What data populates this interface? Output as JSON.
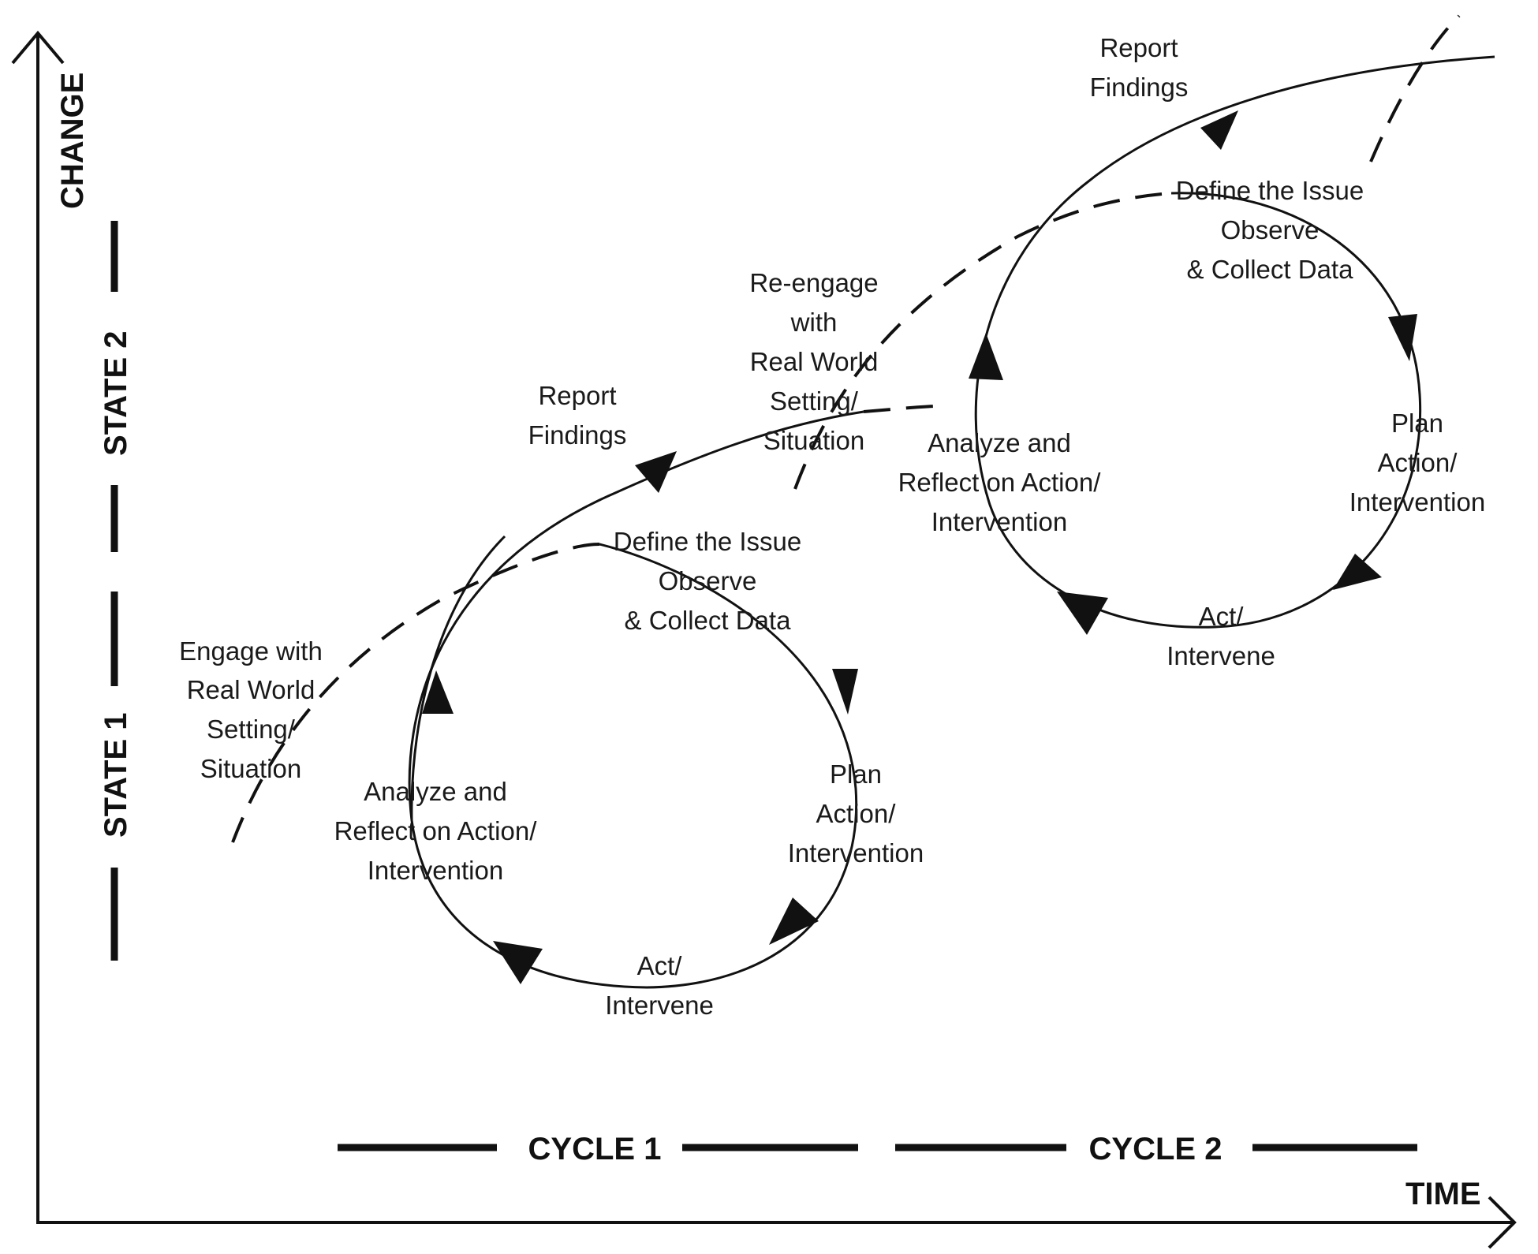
{
  "axes": {
    "y_label": "CHANGE",
    "x_label": "TIME"
  },
  "states": {
    "state1": "STATE 1",
    "state2": "STATE 2"
  },
  "cycles_labels": {
    "cycle1": "CYCLE 1",
    "cycle2": "CYCLE 2"
  },
  "engage": {
    "lines": [
      "Engage with",
      "Real World",
      "Setting/",
      "Situation"
    ]
  },
  "reengage": {
    "lines": [
      "Re-engage",
      "with",
      "Real World",
      "Setting/",
      "Situation"
    ]
  },
  "cycle1": {
    "report": [
      "Report",
      "Findings"
    ],
    "define": [
      "Define the Issue",
      "Observe",
      "& Collect Data"
    ],
    "plan": [
      "Plan",
      "Action/",
      "Intervention"
    ],
    "act": [
      "Act/",
      "Intervene"
    ],
    "analyze": [
      "Analyze and",
      "Reflect on Action/",
      "Intervention"
    ]
  },
  "cycle2": {
    "report": [
      "Report",
      "Findings"
    ],
    "define": [
      "Define the Issue",
      "Observe",
      "& Collect Data"
    ],
    "plan": [
      "Plan",
      "Action/",
      "Intervention"
    ],
    "act": [
      "Act/",
      "Intervene"
    ],
    "analyze": [
      "Analyze and",
      "Reflect on Action/",
      "Intervention"
    ]
  }
}
